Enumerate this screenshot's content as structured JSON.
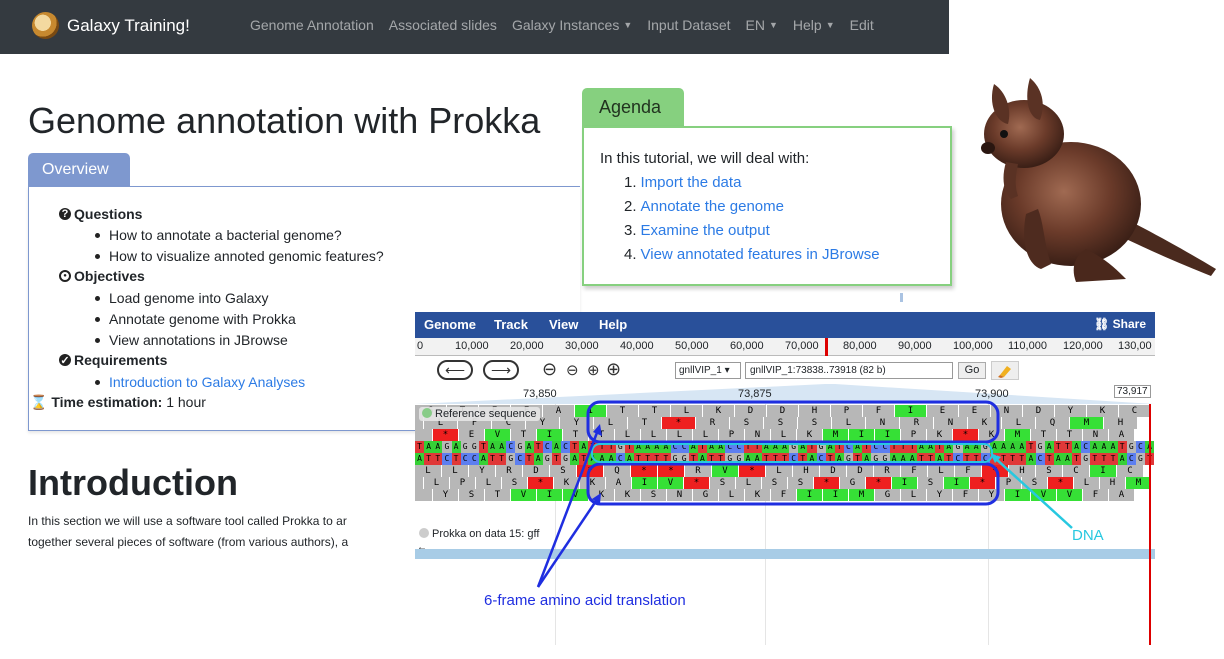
{
  "navbar": {
    "brand": "Galaxy Training!",
    "items": [
      {
        "label": "Genome Annotation",
        "dropdown": false
      },
      {
        "label": "Associated slides",
        "dropdown": false
      },
      {
        "label": "Galaxy Instances",
        "dropdown": true
      },
      {
        "label": "Input Dataset",
        "dropdown": false
      },
      {
        "label": "EN",
        "dropdown": true
      },
      {
        "label": "Help",
        "dropdown": true
      },
      {
        "label": "Edit",
        "dropdown": false
      }
    ]
  },
  "page_title": "Genome annotation with Prokka",
  "overview": {
    "tab": "Overview",
    "questions_heading": "Questions",
    "questions": [
      "How to annotate a bacterial genome?",
      "How to visualize annoted genomic features?"
    ],
    "objectives_heading": "Objectives",
    "objectives": [
      "Load genome into Galaxy",
      "Annotate genome with Prokka",
      "View annotations in JBrowse"
    ],
    "requirements_heading": "Requirements",
    "requirements": [
      "Introduction to Galaxy Analyses"
    ],
    "time_label": "Time estimation:",
    "time_value": "1 hour"
  },
  "agenda": {
    "tab": "Agenda",
    "intro": "In this tutorial, we will deal with:",
    "items": [
      "Import the data",
      "Annotate the genome",
      "Examine the output",
      "View annotated features in JBrowse"
    ]
  },
  "intro": {
    "heading": "Introduction",
    "line1": "In this section we will use a software tool called Prokka to ar",
    "line2": "together several pieces of software (from various authors), a"
  },
  "jbrowse": {
    "menus": [
      "Genome",
      "Track",
      "View",
      "Help"
    ],
    "share": "Share",
    "ruler": [
      "0",
      "10,000",
      "20,000",
      "30,000",
      "40,000",
      "50,000",
      "60,000",
      "70,000",
      "80,000",
      "90,000",
      "100,000",
      "110,000",
      "120,000",
      "130,00"
    ],
    "ref_select": "gnllVIP_1",
    "location": "gnllVIP_1:73838..73918 (82 b)",
    "go": "Go",
    "scale": [
      "73,850",
      "73,875",
      "73,900",
      "73,917"
    ],
    "ref_track": "Reference sequence",
    "gff_track": "Prokka on data 15: gff",
    "frames_top": [
      "GTFFAITTLKDDHPFIEENDYKC",
      "LFCYYLT*RSSSLNRNKLQMH",
      "*EVTITTLLLLPNLKMIIPK*KMTTNA"
    ],
    "dna_fwd": "TAAGAGGTAACGATCACTATTTGTAAAACCATAACCTTAAAGATGATCATCCTTTAATAGAAGAAAATGATTACAAATGCA",
    "dna_rev": "ATTCTCCATTGCTAGTGATAAACATTTTGGTATTGGAATTTCTACTAGTAGGAAATTATCTTCTTTTACTAATGTTTACGT",
    "frames_bottom": [
      "LLYRDS*Q**RV*LHDDRFLF*HSCIC",
      "LPLS*KKAIV*SLSS*G*ISI*PS*LHM",
      "YSTVIVKKSNGLKFIIMGLYFYIVVFA"
    ]
  },
  "annotations": {
    "dna_label": "DNA",
    "frame_label": "6-frame amino acid translation"
  },
  "colors": {
    "navbar": "#343a40",
    "overview_tab": "#7e98cf",
    "agenda_tab": "#86d07f",
    "link": "#2c7be5",
    "jbrowse_menubar": "#29509a",
    "dna_annot": "#27c8e0",
    "frame_annot": "#1f2ee0"
  }
}
